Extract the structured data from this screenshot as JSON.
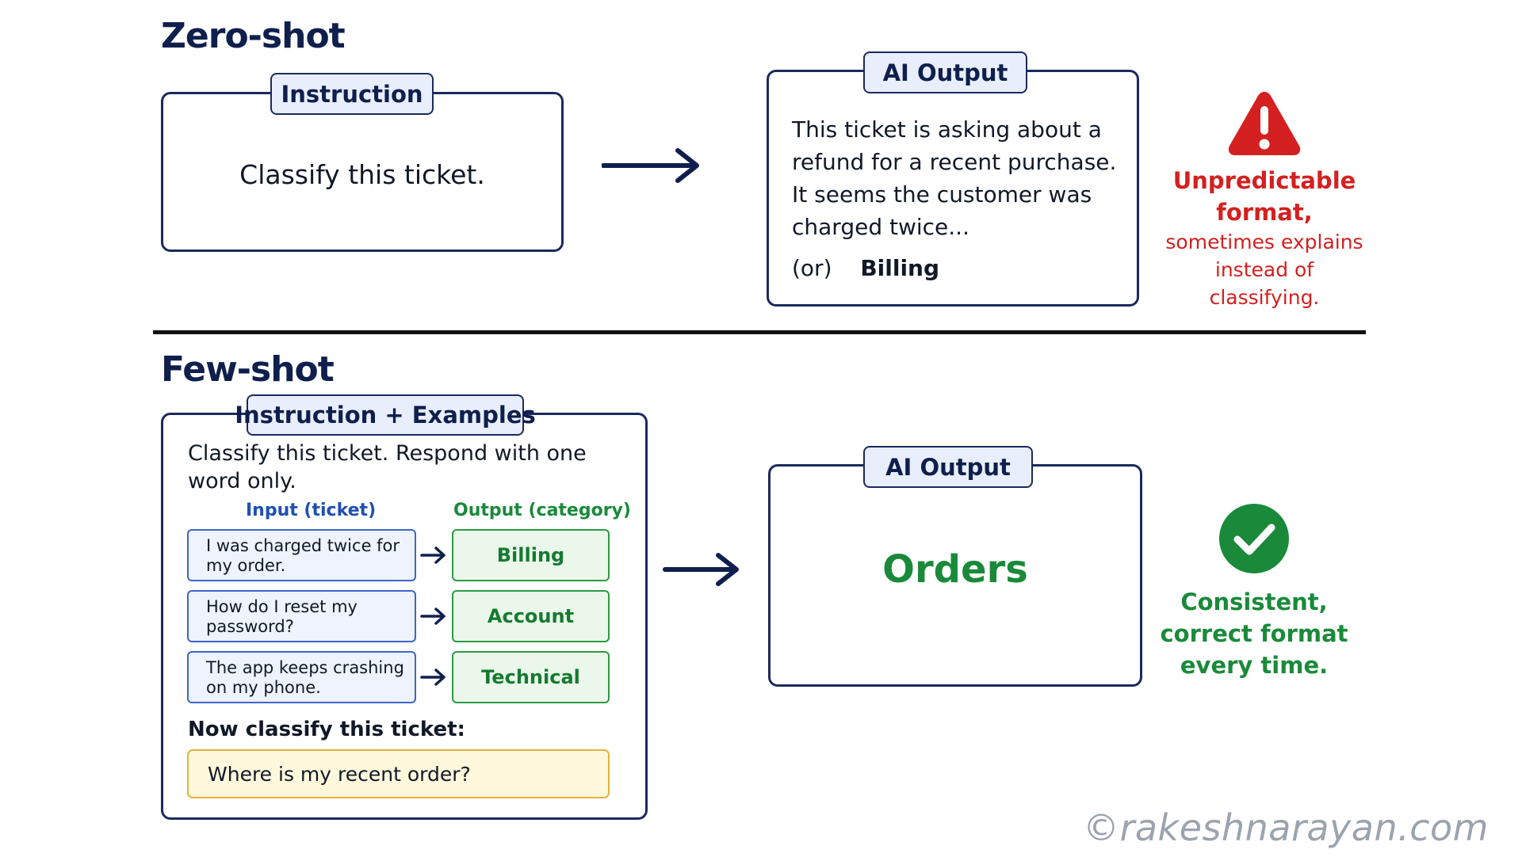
{
  "zero_shot": {
    "title": "Zero-shot",
    "instruction_tag": "Instruction",
    "instruction_text": "Classify this ticket.",
    "output_tag": "AI Output",
    "output_lines": [
      "This ticket is asking about a",
      "refund for a recent purchase.",
      "It seems the customer was",
      "charged twice..."
    ],
    "output_or": "(or)",
    "output_alt": "Billing",
    "verdict_heading_1": "Unpredictable",
    "verdict_heading_2": "format,",
    "verdict_lines": [
      "sometimes explains",
      "instead of",
      "classifying."
    ],
    "verdict_icon": "warning-icon"
  },
  "few_shot": {
    "title": "Few-shot",
    "panel_tag": "Instruction + Examples",
    "instruction_lines": [
      "Classify this ticket. Respond with one",
      "word only."
    ],
    "col_input": "Input (ticket)",
    "col_output": "Output (category)",
    "examples": [
      {
        "input_lines": [
          "I was charged twice for",
          "my order."
        ],
        "output": "Billing"
      },
      {
        "input_lines": [
          "How do I reset my",
          "password?"
        ],
        "output": "Account"
      },
      {
        "input_lines": [
          "The app keeps crashing",
          "on my phone."
        ],
        "output": "Technical"
      }
    ],
    "now_label": "Now classify this ticket:",
    "query": "Where is my recent order?",
    "output_tag": "AI Output",
    "output_value": "Orders",
    "verdict_lines": [
      "Consistent,",
      "correct format",
      "every time."
    ],
    "verdict_icon": "check-circle-icon"
  },
  "watermark": "©rakeshnarayan.com",
  "colors": {
    "navy": "#1b2a5e",
    "warning_red": "#d42020",
    "success_green": "#1a8a3a",
    "input_blue": "#3d66c9",
    "query_yellow": "#e3b33a"
  }
}
